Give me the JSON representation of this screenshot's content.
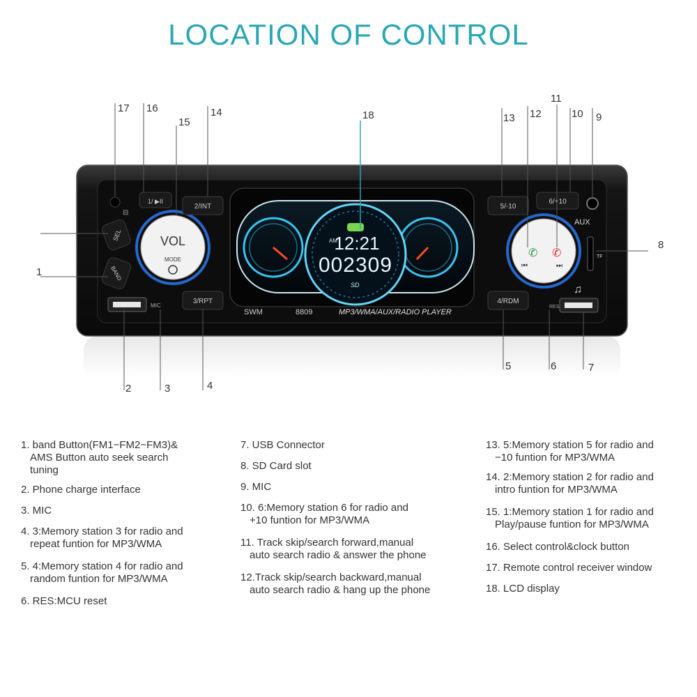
{
  "title": "LOCATION OF CONTROL",
  "device": {
    "buttons": {
      "b1": "1/ ▶II",
      "b2": "2/INT",
      "b3": "3/RPT",
      "b4": "4/RDM",
      "b5": "5/-10",
      "b6": "6/+10",
      "sel": "SEL",
      "band": "BAND"
    },
    "knob_vol": "VOL",
    "knob_mode": "MODE",
    "mic_label": "MIC",
    "res_label": "RES",
    "aux_label": "AUX",
    "tf_label": "TF",
    "brand": "SWM",
    "model": "8809",
    "player_text": "MP3/WMA/AUX/RADIO PLAYER",
    "lcd_clock": "12:21",
    "lcd_am": "AM",
    "lcd_counter": "002309",
    "lcd_sd": "SD"
  },
  "callouts": [
    "17",
    "16",
    "15",
    "14",
    "18",
    "13",
    "12",
    "11",
    "10",
    "9",
    "8",
    "1",
    "2",
    "3",
    "4",
    "5",
    "6",
    "7"
  ],
  "legend": {
    "col1": [
      [
        "1. band Button(FM1−FM2−FM3)&",
        "AMS Button auto seek search",
        "tuning"
      ],
      [
        "2. Phone charge interface"
      ],
      [
        "3. MIC"
      ],
      [
        "4. 3:Memory station 3 for radio and",
        "repeat funtion for MP3/WMA"
      ],
      [
        "5. 4:Memory station 4 for radio and",
        "random funtion for MP3/WMA"
      ],
      [
        "6. RES:MCU reset"
      ]
    ],
    "col2": [
      [
        "7. USB Connector"
      ],
      [
        "8. SD Card slot"
      ],
      [
        "9. MIC"
      ],
      [
        "10. 6:Memory station 6 for radio and",
        "+10 funtion for MP3/WMA"
      ],
      [
        "11. Track skip/search forward,manual",
        "auto search radio & answer the phone"
      ],
      [
        "12.Track skip/search backward,manual",
        "auto search radio & hang up the phone"
      ]
    ],
    "col3": [
      [
        "13. 5:Memory station 5 for radio and",
        "−10 funtion for MP3/WMA"
      ],
      [
        "14. 2:Memory station 2 for radio and",
        "intro funtion for MP3/WMA"
      ],
      [
        "15. 1:Memory station 1 for radio and",
        "Play/pause funtion for MP3/WMA"
      ],
      [
        "16. Select control&clock button"
      ],
      [
        "17. Remote control receiver window"
      ],
      [
        "18. LCD display"
      ]
    ]
  }
}
